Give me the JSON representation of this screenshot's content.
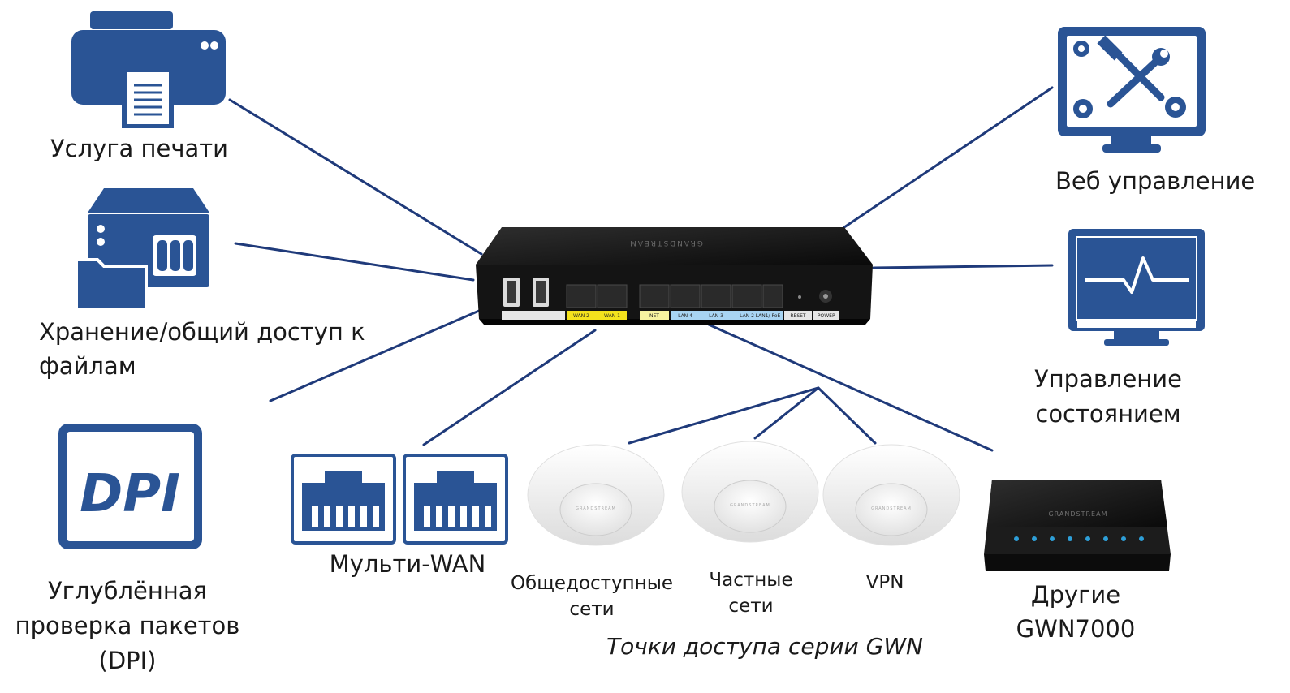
{
  "labels": {
    "print_service": "Услуга печати",
    "storage_line1": "Хранение/общий доступ к",
    "storage_line2": "файлам",
    "dpi_line1": "Углублённая",
    "dpi_line2": "проверка пакетов",
    "dpi_line3": "(DPI)",
    "multi_wan": "Мульти-WAN",
    "public_line1": "Общедоступные",
    "public_line2": "сети",
    "private_line1": "Частные",
    "private_line2": "сети",
    "vpn": "VPN",
    "ap_series": "Точки доступа серии GWN",
    "web_management": "Веб управление",
    "status_line1": "Управление",
    "status_line2": "состоянием",
    "other_line1": "Другие",
    "other_line2": "GWN7000"
  },
  "icon_text": {
    "dpi": "DPI"
  },
  "router": {
    "brand": "GRANDSTREAM",
    "port_labels": [
      "WAN 2",
      "WAN 1",
      "NET",
      "LAN 4",
      "LAN 3",
      "LAN 2",
      "LAN1/ PoE",
      "RESET",
      "POWER"
    ]
  },
  "other_device": {
    "brand": "GRANDSTREAM"
  },
  "access_point": {
    "brand": "GRANDSTREAM"
  },
  "colors": {
    "icon_blue": "#2a5495",
    "line_navy": "#1f3a7a",
    "device_black": "#141414",
    "wan_yellow": "#f4e21d",
    "net_yellow": "#f7f3a0",
    "lan_blue": "#a8d4f2"
  }
}
